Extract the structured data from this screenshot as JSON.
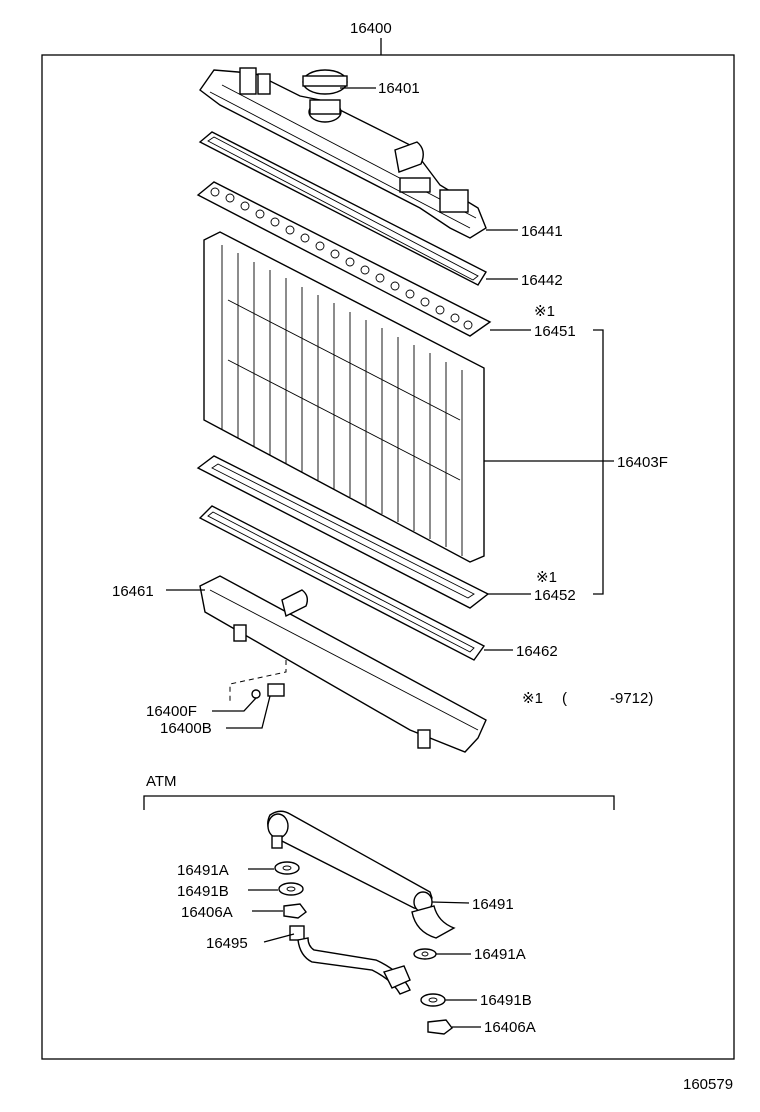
{
  "diagram": {
    "assembly_number": "16400",
    "figure_number": "160579",
    "section_label": "ATM",
    "note_mark_top": "※1",
    "note_mark_bottom": "※1",
    "note_legend": {
      "mark": "※1",
      "open_paren": "(",
      "range": "-9712)"
    },
    "parts": {
      "p16401": "16401",
      "p16441": "16441",
      "p16442": "16442",
      "p16451": "16451",
      "p16403F": "16403F",
      "p16452": "16452",
      "p16461": "16461",
      "p16462": "16462",
      "p16400F": "16400F",
      "p16400B": "16400B",
      "p16491A_left": "16491A",
      "p16491B_left": "16491B",
      "p16406A_left": "16406A",
      "p16495": "16495",
      "p16491": "16491",
      "p16491A_right": "16491A",
      "p16491B_right": "16491B",
      "p16406A_right": "16406A"
    }
  }
}
